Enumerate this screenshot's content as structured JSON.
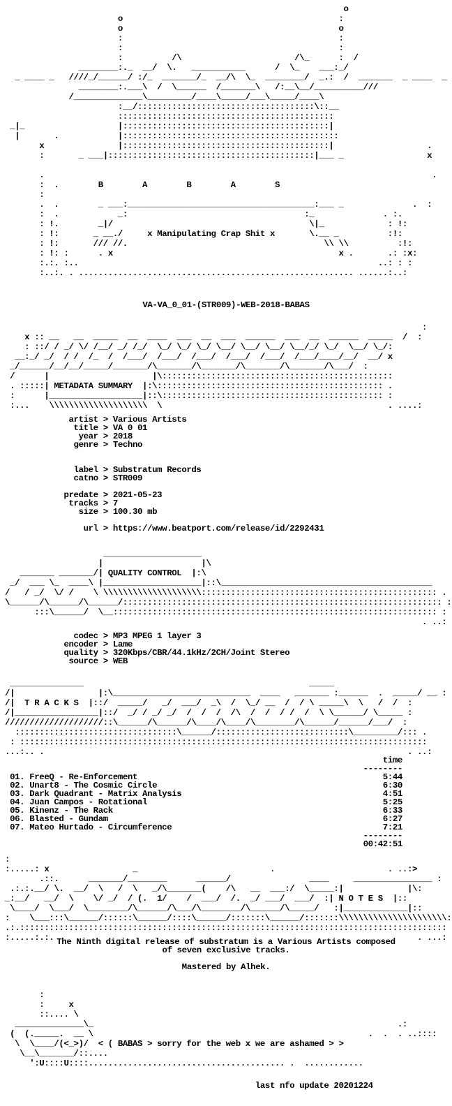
{
  "header_art": [
    "                                                                      o",
    "                        o                                            :",
    "                        o                                            o",
    "                        :                                            :",
    "                        :                                            :",
    "                        :          /\\                       /\\_      :  /",
    "                ________:._  __/  \\.   ___________      /  \\_    ___:_/",
    "   _ ____ _   ////_/______/ :/_  _______/_  __/\\  \\_  ________/  _.:  /  _______  _ ____  _",
    "                ________:.___\\  /  \\______  /_______\\   /:__\\__/__________///",
    "              /______________\\_________/____\\_____/___\\_____/____\\",
    "                        :__/::::::::::::::::::::::::::::::::::::\\::__",
    "                        ::::::::::::::::::::::::::::::::::::::::::::",
    "  _|_                   |::::::::::::::::::::::::::::::::::::::::::|",
    "   |       .            |::::::::::::::::::::::::::::::::::::::::::::",
    "        x               |::::::::::::::::::::::::::::::::::::::::::|                   .",
    "        :       _ ___|::::::::::::::::::::::::::::::::::::::::::|___ _                 x",
    "",
    "        .                                                                               .",
    "        :  .        B        A        B        A        S",
    "        :",
    "        .  .        _ ___:______________________________________:___ _              .  :",
    "        :  .            _:                                    :_              . :.",
    "        : !.        _|/                                        \\|_             : !:",
    "        : !:       _ __./     x Manipulating Crap Shit x       \\.__ _          :!:",
    "        : !:       /// //.                                        \\\\ \\\\          :!:",
    "        : !: :      . x                                              x .       .: :x:",
    "        :.:. :..                                                             ..: : :",
    "        :..:. . ........................................................ ......:..:"
  ],
  "release_name": "VA-VA_0_01-(STR009)-WEB-2018-BABAS",
  "metadata_art": [
    "                                                                                      :",
    "     x :: __   __  _____  __  ____  ___  __  ___  ______  ___  __  ______  _____  /  :",
    "     : ::/ / _/ \\/ /__/ _/ /_/  \\_/ \\_/ \\_/ \\__/ \\__/ \\__/ \\__/_/ \\_/  \\__/ \\_/:",
    "   __:_/ _/  / /  /_  /  /___/  /___/  /___/  /___/  /___/  /___/____/__/  __/ x",
    "  _/______/__/__/_____/_______/\\_______/\\_______/\\_______/\\_______/\\___/  :",
    "  /      |                     |\\:::::::::::::::::::::::::::::::::::::::::::::::",
    "  . :::::| METADATA SUMMARY  |:\\:::::::::::::::::::::::::::::::::::::::::::::: .",
    "  :      |___________________|::\\::::::::::::::::::::::::::::::::::::::::::::: :",
    "  :...    \\\\\\\\\\\\\\\\\\\\\\\\\\\\\\\\\\\\\\\\  \\                                              . ....:"
  ],
  "metadata": {
    "artist": "artist",
    "artist_value": "Various Artists",
    "title": "title",
    "title_value": "VA 0 01",
    "year": "year",
    "year_value": "2018",
    "genre": "genre",
    "genre_value": "Techno",
    "label": "label",
    "label_value": "Substratum Records",
    "catno": "catno",
    "catno_value": "STR009",
    "predate": "predate",
    "predate_value": "2021-05-23",
    "tracks": "tracks",
    "tracks_value": "7",
    "size": "size",
    "size_value": "100.30 mb",
    "url": "url",
    "url_value": "https://www.beatport.com/release/id/2292431"
  },
  "quality_art": [
    "                     ____________________",
    "                    |                    |\\",
    "    _______ _______/| QUALITY CONTROL  |:\\",
    "  _/  ___ \\_  ____\\ |____________________|::\\___________________________________________",
    " /   / _/  \\/ /    \\ \\\\\\\\\\\\\\\\\\\\\\\\\\\\\\\\\\\\\\\\:::::::::::::::::::::::::::::::::::::::::::::::: .",
    " \\______/\\______/\\______/::::::::::::::::::::::::::::::::::::::::::::::::::::::::::::::::: :",
    "       :::\\______/  \\__:::::::::::::::::::::::::::::::::::::::::::::::::::::::::::::::::: :",
    "                                                                                      . ..:"
  ],
  "quality": {
    "codec": "codec",
    "codec_value": "MP3 MPEG 1 layer 3",
    "encoder": "encoder",
    "encoder_value": "Lame",
    "quality": "quality",
    "quality_value": "320Kbps/CBR/44.1kHz/2CH/Joint Stereo",
    "source": "source",
    "source_value": "WEB"
  },
  "tracks_art": [
    "  _______________                                              _____",
    " /|                 |:\\____________________________  ____   _______ :______  .  _____/ __ :",
    " /|  T R A C K S  |::/  _____/   _/  ___/  _\\  /  \\_/ __  /  / \\ _____\\  \\   /  /  :",
    " /|_________________|::/  _/ / _/ _/  /  /  /  /\\  /  /  / /  /  \\ \\______/ \\_____ :",
    " ////////////////////::\\______/\\______/\\____/\\____/\\________/\\______/______/___/  :",
    "   :::::::::::::::::::::::::::::::::\\______/:::::::::::::::::::::::::::\\_________/::: .",
    "  : :::::::::::::::::::::::::::::::::::::::::::::::::::::::::::::::::::::::::::::::::::",
    " ...:.. .                                                                          . ..:"
  ],
  "tracklist": {
    "time_header": "time",
    "rule": "--------",
    "items": [
      {
        "no": "01.",
        "name": "FreeQ - Re-Enforcement",
        "time": "5:44"
      },
      {
        "no": "02.",
        "name": "Unart8 - The Cosmic Circle",
        "time": "6:30"
      },
      {
        "no": "03.",
        "name": "Dark Quadrant - Matrix Analysis",
        "time": "4:51"
      },
      {
        "no": "04.",
        "name": "Juan Campos - Rotational",
        "time": "5:25"
      },
      {
        "no": "05.",
        "name": "Kinenz - The Rack",
        "time": "6:33"
      },
      {
        "no": "06.",
        "name": "Blasted - Gundam",
        "time": "6:27"
      },
      {
        "no": "07.",
        "name": "Mateo Hurtado - Circumference",
        "time": "7:21"
      }
    ],
    "total": "00:42:51"
  },
  "notes_art": [
    " :",
    " :.....: x                 _                           .                       . ..:>",
    "        .::.      _______/________      ______/                ____     ________________ :",
    "  .:.:.__/ \\.  __/  \\   /  \\   _/\\_______(    /\\   __  ___:/  \\_____:|             |\\:",
    " _:__/   __/  \\    \\/ _/  / (.  1/    /  ___/  /.  _/ ___/  ___/  :| N O T E S  |::",
    "  \\____/  \\___/  \\________/\\______/\\___/\\________/\\______/\\_____/   :|_____________|::",
    " :    \\___:::\\______/::::::\\______/::::\\______/:::::::\\______/:::::::\\\\\\\\\\\\\\\\\\\\\\\\\\\\\\\\\\\\\\\\\\\\:",
    " .:.:::::::::::::::::::::::::::::::::::::::::::::::::::::::::::::::::::::::::::::::::::::::",
    " :.....:.:.                                                                          . ...:"
  ],
  "notes": {
    "line1": "The Ninth digital release of substratum is a Various Artists composed",
    "line2": "of seven exclusive tracks.",
    "line3": "Mastered by Alhek."
  },
  "footer_art": [
    "        :",
    "        :     x",
    "        ::.... \\",
    "   ______________\\_                                                              .:",
    "  (  (._____.  __ \\                                                        .  .  . ..::::",
    "   \\  \\____/(<_>)/  < ( BABAS > sorry for the web x we are ashamed > >",
    "    \\__\\_______/::....",
    "      ':U::::U::::........................................ .  ............"
  ],
  "last_update": "last nfo update 20201224"
}
